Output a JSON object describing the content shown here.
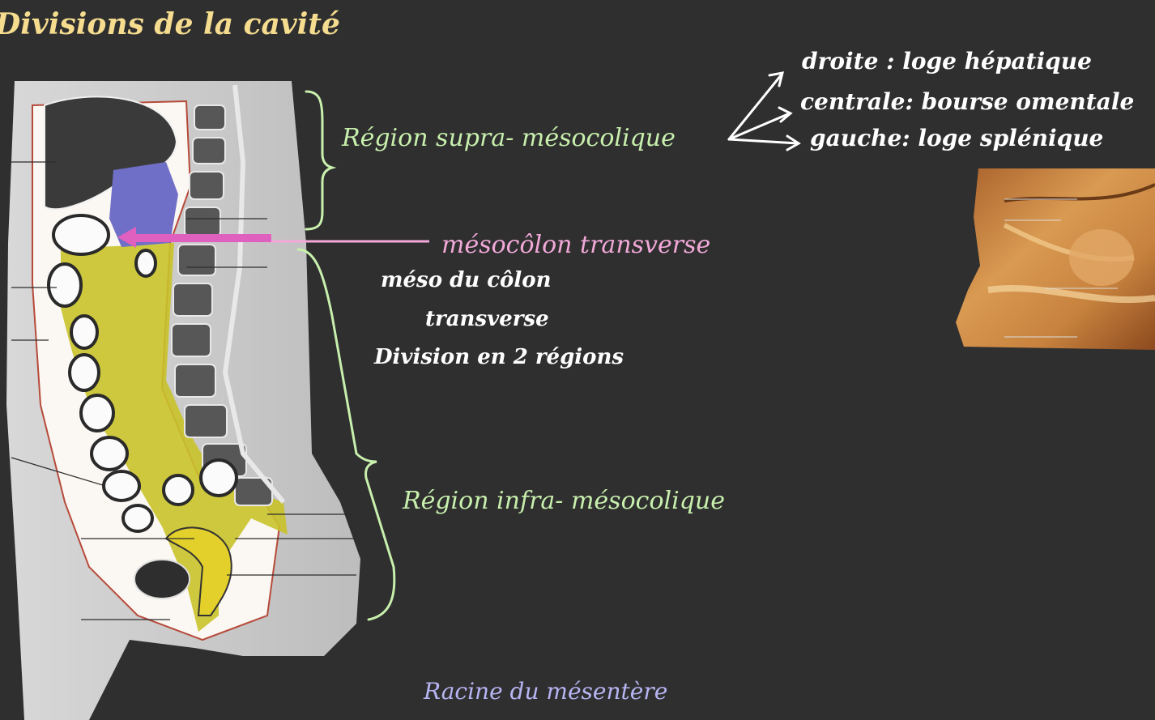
{
  "title": "Divisions de la cavité",
  "regions": {
    "supra": "Région supra- mésocolique",
    "supra_branches": [
      "droite : loge hépatique",
      "centrale: bourse omentale",
      "gauche: loge splénique"
    ],
    "mesocolon": "mésocôlon transverse",
    "mesocolon_desc": [
      "méso du côlon",
      "transverse",
      "Division en 2 régions"
    ],
    "infra": "Région infra- mésocolique",
    "racine": "Racine du mésentère"
  },
  "colors": {
    "background": "#2f2f2f",
    "title": "#f5dc8f",
    "green_notes": "#c8f0ad",
    "pink_notes": "#f2a9d9",
    "lavender_notes": "#b7b5f3",
    "white_notes": "#ffffff",
    "peritoneum_yellow": "#c9c22a",
    "omental_blue": "#6f6fc8",
    "arrow_magenta": "#e060c0"
  },
  "icons": [
    "brace-icon",
    "arrow-icon"
  ]
}
